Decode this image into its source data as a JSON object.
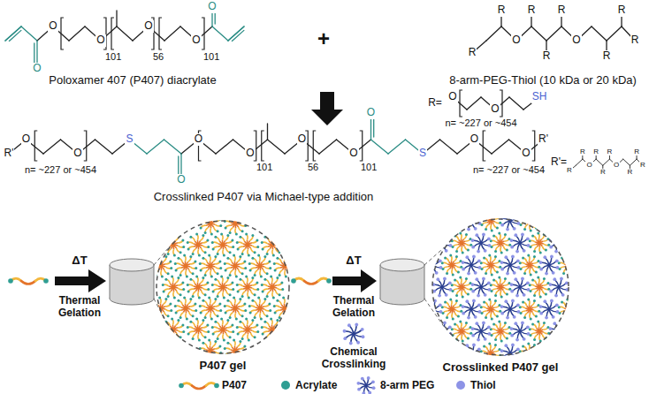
{
  "diagram": {
    "nodes": [
      {
        "text": [
          "P407 gel"
        ]
      },
      {
        "text": [
          "Crosslinked P407 gel"
        ]
      }
    ],
    "labels": [
      "O",
      "O",
      "O",
      "O",
      "O",
      "O",
      "101",
      "56",
      "101",
      "Poloxamer 407 (P407) diacrylate",
      "+",
      "R",
      "R",
      "R",
      "R",
      "R",
      "R",
      "R",
      "R",
      "O",
      "O",
      "8-arm-PEG-Thiol (10 kDa or 20 kDa)",
      "R=",
      "O",
      "O",
      "SH",
      "n= ~227 or ~454",
      "R'",
      "O",
      "O",
      "n= ~227 or ~454",
      "S",
      "O",
      "O",
      "O",
      "101",
      "O",
      "56",
      "O",
      "101",
      "O",
      "S",
      "O",
      "O",
      "n= ~227 or ~454",
      "R'",
      "Crosslinked P407 via Michael-type addition",
      "R'=",
      "R",
      "R",
      "R",
      "R",
      "R",
      "R",
      "R",
      "R",
      "O",
      "O",
      "ΔT",
      "Thermal Gelation",
      "ΔT",
      "Thermal Gelation",
      "Chemical Crosslinking"
    ],
    "legend": [
      {
        "text": "P407"
      },
      {
        "text": "Acrylate",
        "color": "#2f9e93"
      },
      {
        "text": "8-arm PEG"
      },
      {
        "text": "Thiol",
        "color": "#8d93e6"
      }
    ]
  }
}
